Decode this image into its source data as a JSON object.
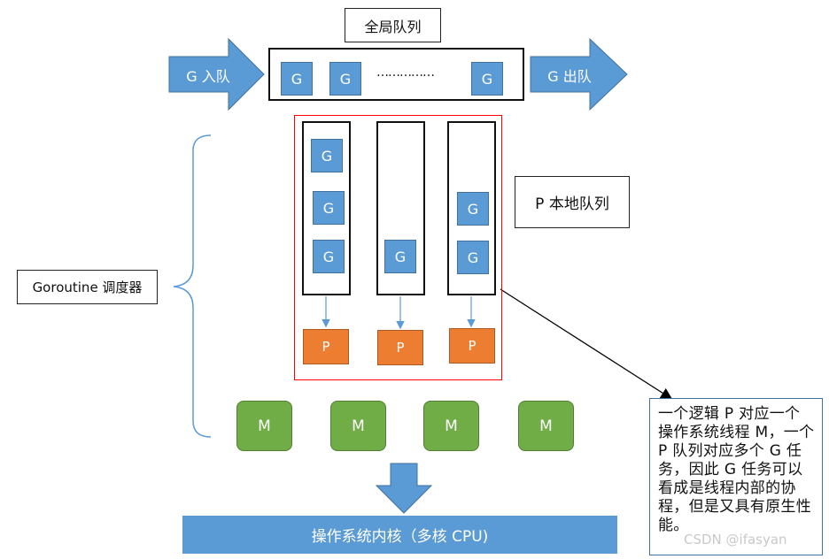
{
  "global_queue": {
    "title": "全局队列",
    "items": [
      "G",
      "G",
      "G"
    ],
    "ellipsis": "……………",
    "enqueue_label": "G 入队",
    "dequeue_label": "G 出队"
  },
  "local_queue_label": "P 本地队列",
  "scheduler_label": "Goroutine 调度器",
  "local_queues": [
    {
      "gs": [
        "G",
        "G",
        "G"
      ],
      "p": "P"
    },
    {
      "gs": [
        "G"
      ],
      "p": "P"
    },
    {
      "gs": [
        "G",
        "G"
      ],
      "p": "P"
    }
  ],
  "machines": [
    "M",
    "M",
    "M",
    "M"
  ],
  "kernel_label": "操作系统内核（多核 CPU)",
  "note_text": "一个逻辑 P 对应一个操作系统线程 M，一个 P 队列对应多个 G 任务，因此 G 任务可以看成是线程内部的协程，但是又具有原生性能。",
  "watermark": "CSDN @ifasyan",
  "colors": {
    "g_blue": "#5b9bd5",
    "p_orange": "#ed7d31",
    "m_green": "#70ad47",
    "highlight_red": "#ff0000"
  }
}
